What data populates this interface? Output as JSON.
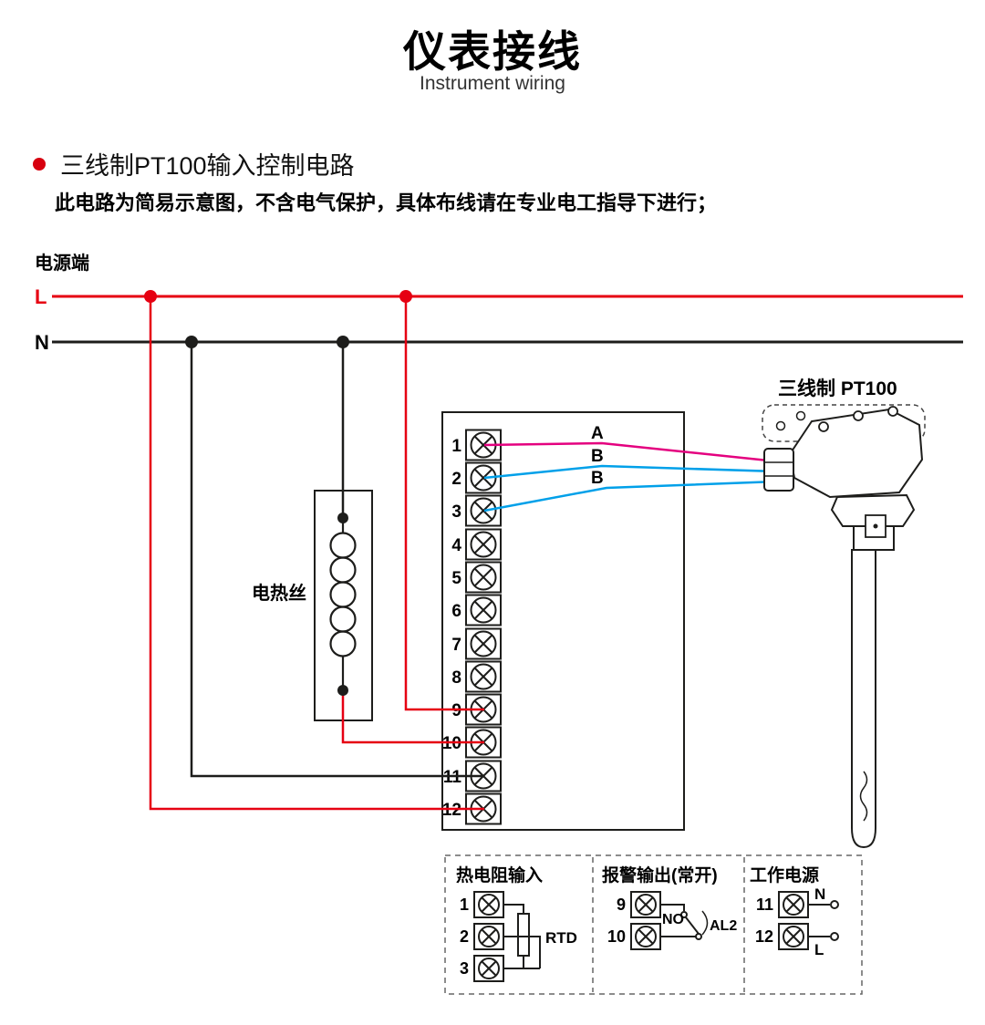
{
  "header": {
    "title": "仪表接线",
    "subtitle": "Instrument wiring"
  },
  "section": {
    "title": "三线制PT100输入控制电路",
    "note": "此电路为简易示意图，不含电气保护，具体布线请在专业电工指导下进行；"
  },
  "diagram": {
    "power_label": "电源端",
    "l": "L",
    "n": "N",
    "heater_label": "电热丝",
    "sensor_label": "三线制 PT100",
    "wire_a": "A",
    "wire_b1": "B",
    "wire_b2": "B",
    "terminals": [
      "1",
      "2",
      "3",
      "4",
      "5",
      "6",
      "7",
      "8",
      "9",
      "10",
      "11",
      "12"
    ],
    "colors": {
      "live": "#e60012",
      "neutral": "#1d1d1b",
      "wire_a": "#e4007f",
      "wire_b": "#00a0e9"
    }
  },
  "legend": {
    "rtd": {
      "title": "热电阻输入",
      "terminals": [
        "1",
        "2",
        "3"
      ],
      "rtd_label": "RTD"
    },
    "alarm": {
      "title": "报警输出(常开)",
      "terminals": [
        "9",
        "10"
      ],
      "no_label": "NO",
      "al_label": "AL2"
    },
    "power": {
      "title": "工作电源",
      "terminals": [
        "11",
        "12"
      ],
      "n_label": "N",
      "l_label": "L"
    }
  }
}
